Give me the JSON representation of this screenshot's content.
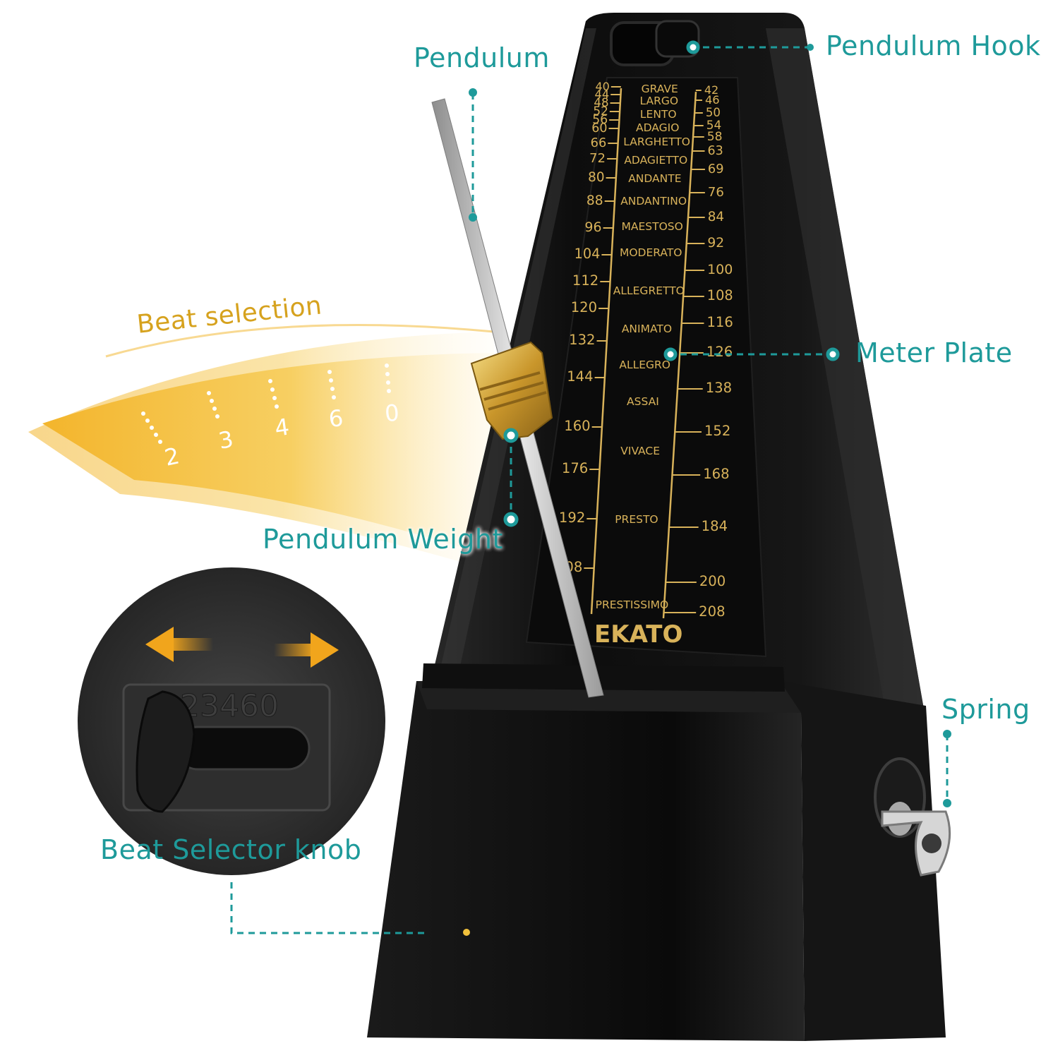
{
  "callouts": {
    "pendulum": "Pendulum",
    "pendulum_hook": "Pendulum Hook",
    "meter_plate": "Meter Plate",
    "beat_selection": "Beat selection",
    "pendulum_weight": "Pendulum Weight",
    "spring": "Spring",
    "beat_selector_knob": "Beat Selector knob"
  },
  "brand": "EKATO",
  "beat_values": [
    "2",
    "3",
    "4",
    "6",
    "0"
  ],
  "selector_window_text": "23460",
  "scale": {
    "left_numbers": [
      "40",
      "44",
      "48",
      "52",
      "56",
      "60",
      "66",
      "72",
      "80",
      "88",
      "96",
      "104",
      "112",
      "120",
      "132",
      "144",
      "160",
      "176",
      "192",
      "208"
    ],
    "right_numbers": [
      "42",
      "46",
      "50",
      "54",
      "58",
      "63",
      "69",
      "76",
      "84",
      "92",
      "100",
      "108",
      "116",
      "126",
      "138",
      "152",
      "168",
      "184",
      "200",
      "208"
    ],
    "tempo_terms": [
      "GRAVE",
      "LARGO",
      "LENTO",
      "ADAGIO",
      "LARGHETTO",
      "ADAGIETTO",
      "ANDANTE",
      "ANDANTINO",
      "MAESTOSO",
      "MODERATO",
      "ALLEGRETTO",
      "ANIMATO",
      "ALLEGRO",
      "ASSAI",
      "VIVACE",
      "PRESTO",
      "PRESTISSIMO"
    ]
  },
  "colors": {
    "callout_teal": "#1e9a9a",
    "beat_gold": "#d6a21e",
    "body_black": "#121212",
    "scale_gold": "#d8b25a"
  }
}
